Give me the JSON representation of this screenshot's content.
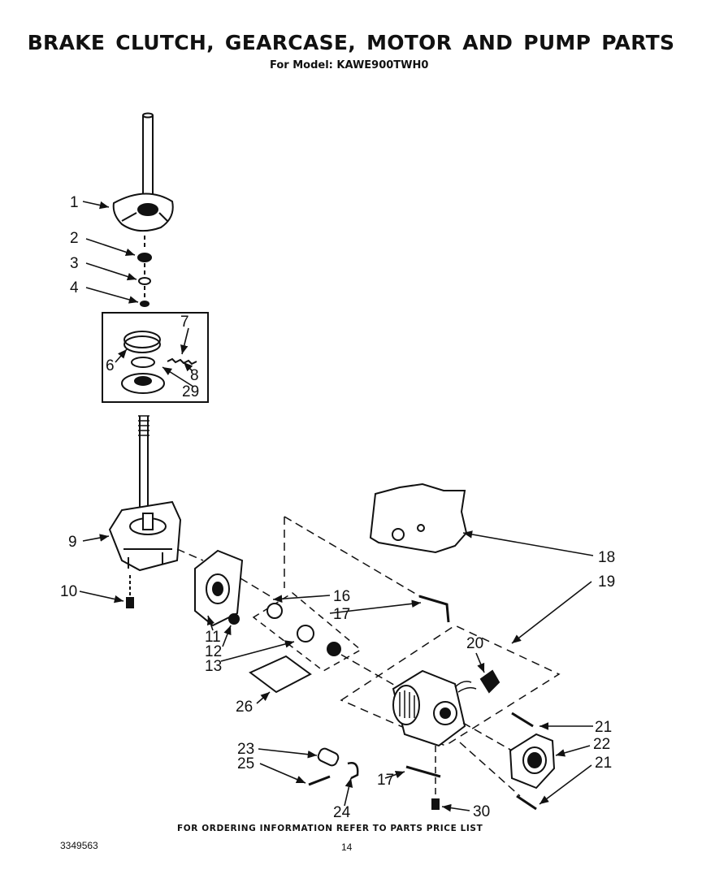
{
  "header": {
    "title": "BRAKE  CLUTCH, GEARCASE, MOTOR AND PUMP PARTS",
    "subtitle": "For Model: KAWE900TWH0"
  },
  "callouts": [
    "1",
    "2",
    "3",
    "4",
    "6",
    "7",
    "8",
    "29",
    "9",
    "10",
    "11",
    "12",
    "13",
    "16",
    "17",
    "26",
    "18",
    "19",
    "20",
    "21",
    "22",
    "21",
    "23",
    "25",
    "17",
    "24",
    "30"
  ],
  "footer": {
    "ordering_note": "FOR ORDERING INFORMATION REFER TO PARTS PRICE LIST",
    "doc_number": "3349563",
    "page_number": "14"
  }
}
